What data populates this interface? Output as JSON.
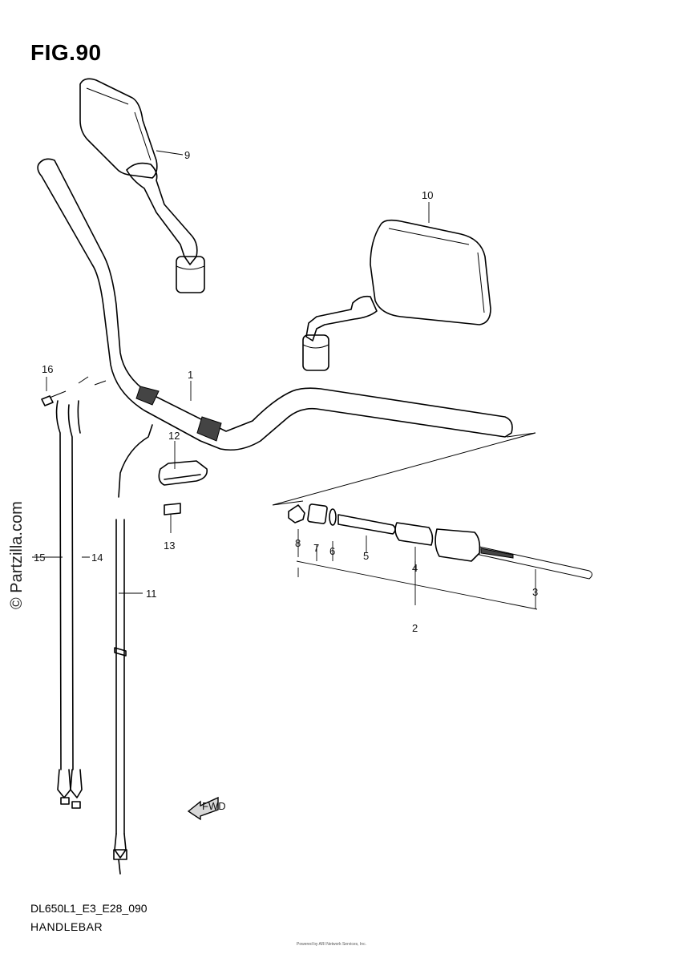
{
  "figure": {
    "title": "FIG.90",
    "code": "DL650L1_E3_E28_090",
    "name": "HANDLEBAR"
  },
  "watermark": "© Partzilla.com",
  "fineprint": "Powered by ARI Network Services, Inc.",
  "callouts": [
    {
      "id": "1",
      "label": "1"
    },
    {
      "id": "2",
      "label": "2"
    },
    {
      "id": "3",
      "label": "3"
    },
    {
      "id": "4",
      "label": "4"
    },
    {
      "id": "5",
      "label": "5"
    },
    {
      "id": "6",
      "label": "6"
    },
    {
      "id": "7",
      "label": "7"
    },
    {
      "id": "8",
      "label": "8"
    },
    {
      "id": "9",
      "label": "9"
    },
    {
      "id": "10",
      "label": "10"
    },
    {
      "id": "11",
      "label": "11"
    },
    {
      "id": "12",
      "label": "12"
    },
    {
      "id": "13",
      "label": "13"
    },
    {
      "id": "14",
      "label": "14"
    },
    {
      "id": "15",
      "label": "15"
    },
    {
      "id": "16",
      "label": "16"
    }
  ],
  "front_arrow": {
    "label": "FWD"
  }
}
